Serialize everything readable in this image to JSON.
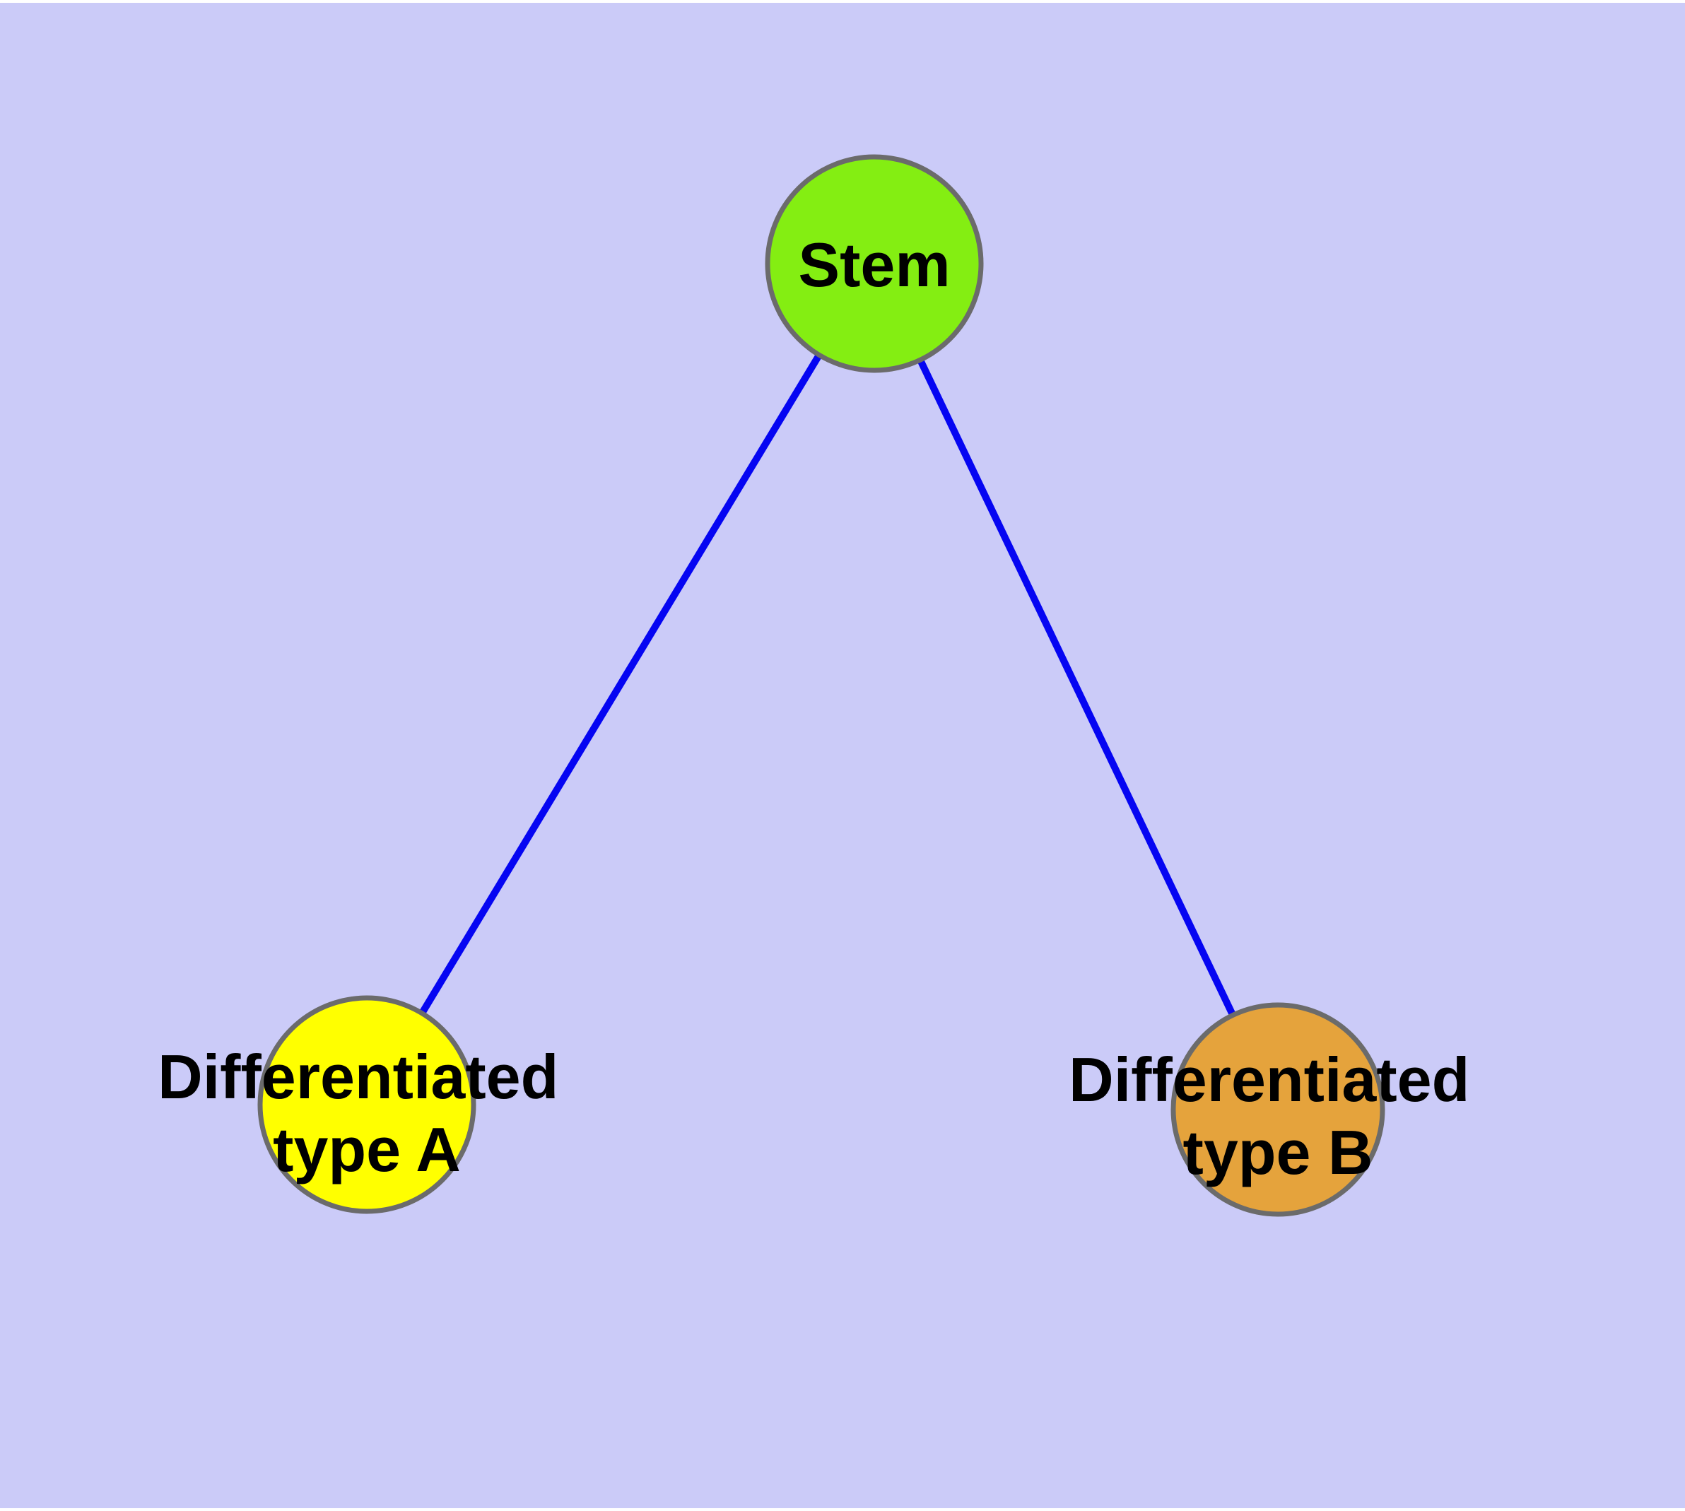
{
  "diagram": {
    "type": "node-link-graph",
    "background_color": "#CBCBF8",
    "frame_color": "#FFFFFF",
    "edge_color": "#0505F2",
    "node_border_color": "#6B6B6B",
    "label_color": "#000000",
    "nodes": [
      {
        "id": "stem",
        "label": "Stem",
        "lines": [
          "Stem"
        ],
        "fill": "#84EE12"
      },
      {
        "id": "differentiated-type-a",
        "label": "Differentiated type A",
        "lines": [
          "Differentiated",
          "type A"
        ],
        "fill": "#FFFF00"
      },
      {
        "id": "differentiated-type-b",
        "label": "Differentiated type B",
        "lines": [
          "Differentiated",
          "type B"
        ],
        "fill": "#E5A33C"
      }
    ],
    "edges": [
      {
        "from": "stem",
        "to": "differentiated-type-a"
      },
      {
        "from": "stem",
        "to": "differentiated-type-b"
      }
    ]
  }
}
